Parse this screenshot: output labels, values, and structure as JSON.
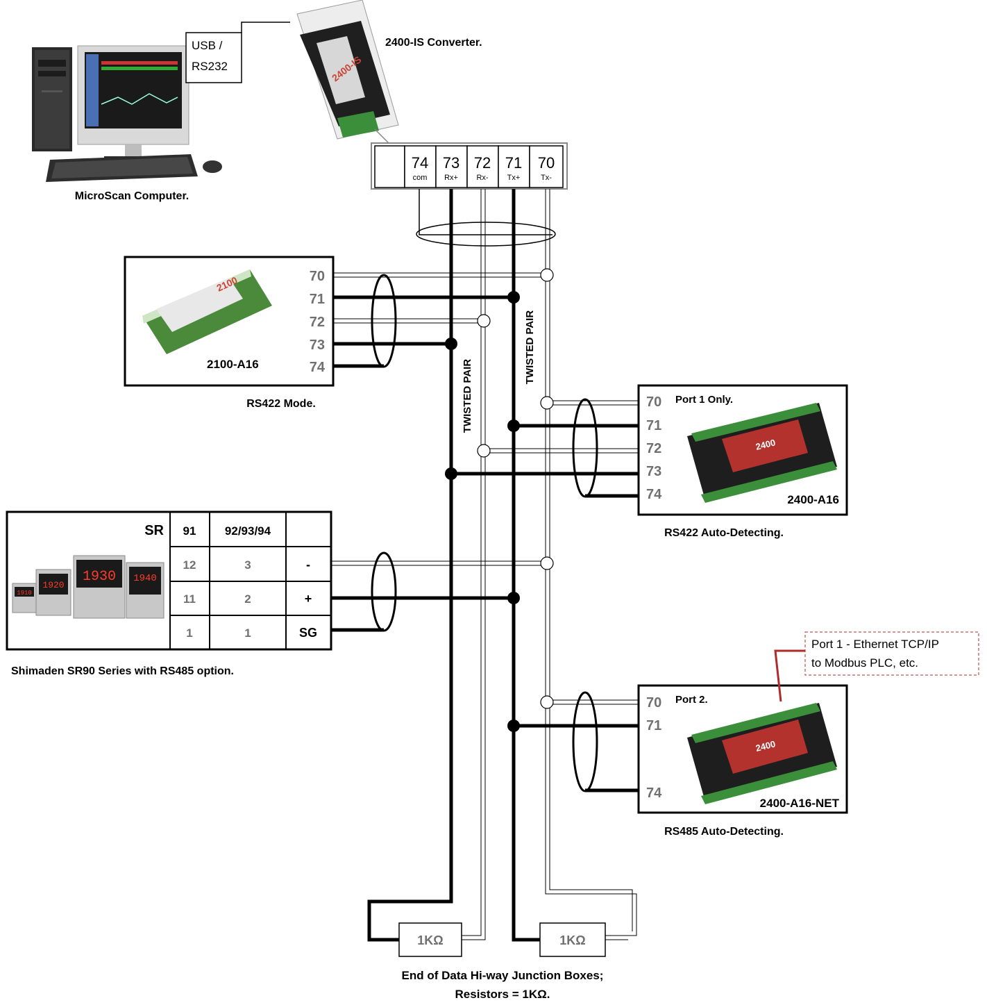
{
  "converter": {
    "title": "2400-IS Converter.",
    "link_label_line1": "USB /",
    "link_label_line2": "RS232",
    "terminals": [
      {
        "num": "74",
        "sub": "com"
      },
      {
        "num": "73",
        "sub": "Rx+"
      },
      {
        "num": "72",
        "sub": "Rx-"
      },
      {
        "num": "71",
        "sub": "Tx+"
      },
      {
        "num": "70",
        "sub": "Tx-"
      }
    ],
    "device_badge": "2400-IS"
  },
  "computer": {
    "caption": "MicroScan Computer."
  },
  "device_2100": {
    "name": "2100-A16",
    "caption": "RS422 Mode.",
    "terminals": [
      "70",
      "71",
      "72",
      "73",
      "74"
    ],
    "badge": "2100"
  },
  "twisted_pair_label": "TWISTED PAIR",
  "device_2400": {
    "name": "2400-A16",
    "note": "Port 1 Only.",
    "caption": "RS422 Auto-Detecting.",
    "terminals": [
      "70",
      "71",
      "72",
      "73",
      "74"
    ],
    "badge": "2400"
  },
  "shimaden": {
    "header": [
      "SR",
      "91",
      "92/93/94",
      ""
    ],
    "rows": [
      [
        "12",
        "3",
        "-"
      ],
      [
        "11",
        "2",
        "+"
      ],
      [
        "1",
        "1",
        "SG"
      ]
    ],
    "caption": "Shimaden SR90 Series with RS485 option.",
    "displays": [
      "1930",
      "1920",
      "1940",
      "1910"
    ]
  },
  "device_net": {
    "name": "2400-A16-NET",
    "note": "Port 2.",
    "caption": "RS485 Auto-Detecting.",
    "terminals": [
      "70",
      "71",
      "74"
    ],
    "ethernet_line1": "Port 1 - Ethernet TCP/IP",
    "ethernet_line2": "to Modbus PLC, etc.",
    "badge": "2400"
  },
  "resistors": {
    "left": "1KΩ",
    "right": "1KΩ",
    "caption_line1": "End of Data Hi-way Junction Boxes;",
    "caption_line2": "Resistors = 1KΩ."
  },
  "colors": {
    "ethernet_link": "#b02a2a",
    "terminal_gray": "#707070",
    "device_green": "#3b8f3b"
  }
}
